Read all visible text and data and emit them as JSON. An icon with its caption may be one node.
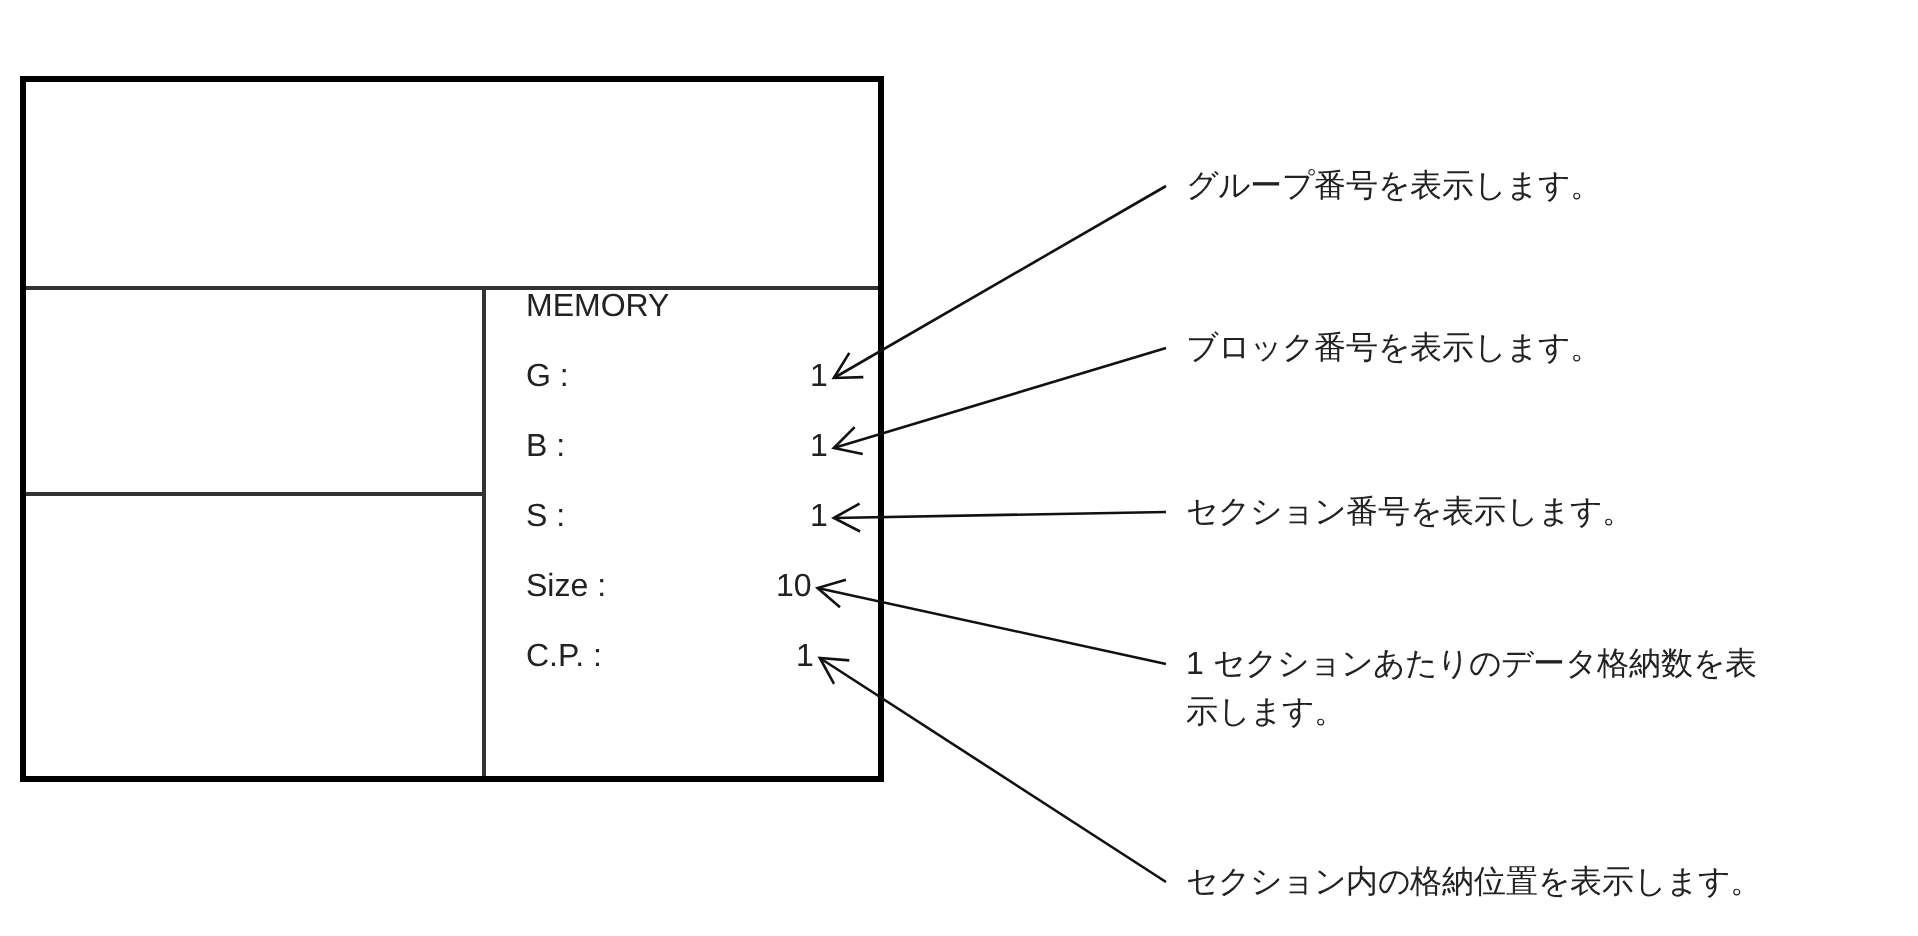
{
  "diagram": {
    "nodes": [
      {
        "text": [],
        "shape": "box"
      },
      {
        "text": [
          "1"
        ],
        "in": 0
      },
      {
        "text": [
          "1"
        ],
        "in": 0
      },
      {
        "text": [
          "1"
        ],
        "in": 0
      },
      {
        "text": [
          "10"
        ],
        "in": 0
      },
      {
        "text": [
          "1"
        ],
        "in": 0
      },
      {
        "text": [
          "グループ番号を表示します。"
        ]
      },
      {
        "text": [
          "ブロック番号を表示します。"
        ]
      },
      {
        "text": [
          "セクション番号を表示します。"
        ]
      },
      {
        "text": [
          "1 セクションあたりのデータ格納数を表示します。"
        ]
      },
      {
        "text": [
          "セクション内の格納位置を表示します。"
        ]
      }
    ],
    "edges": [
      {
        "from": 6,
        "to": 1,
        "arrow": "to"
      },
      {
        "from": 7,
        "to": 2,
        "arrow": "to"
      },
      {
        "from": 8,
        "to": 3,
        "arrow": "to"
      },
      {
        "from": 9,
        "to": 4,
        "arrow": "to"
      },
      {
        "from": 10,
        "to": 5,
        "arrow": "to"
      }
    ],
    "labels": [
      "MEMORY",
      "G :",
      "B :",
      "S :",
      "Size :",
      "C.P. :"
    ]
  }
}
